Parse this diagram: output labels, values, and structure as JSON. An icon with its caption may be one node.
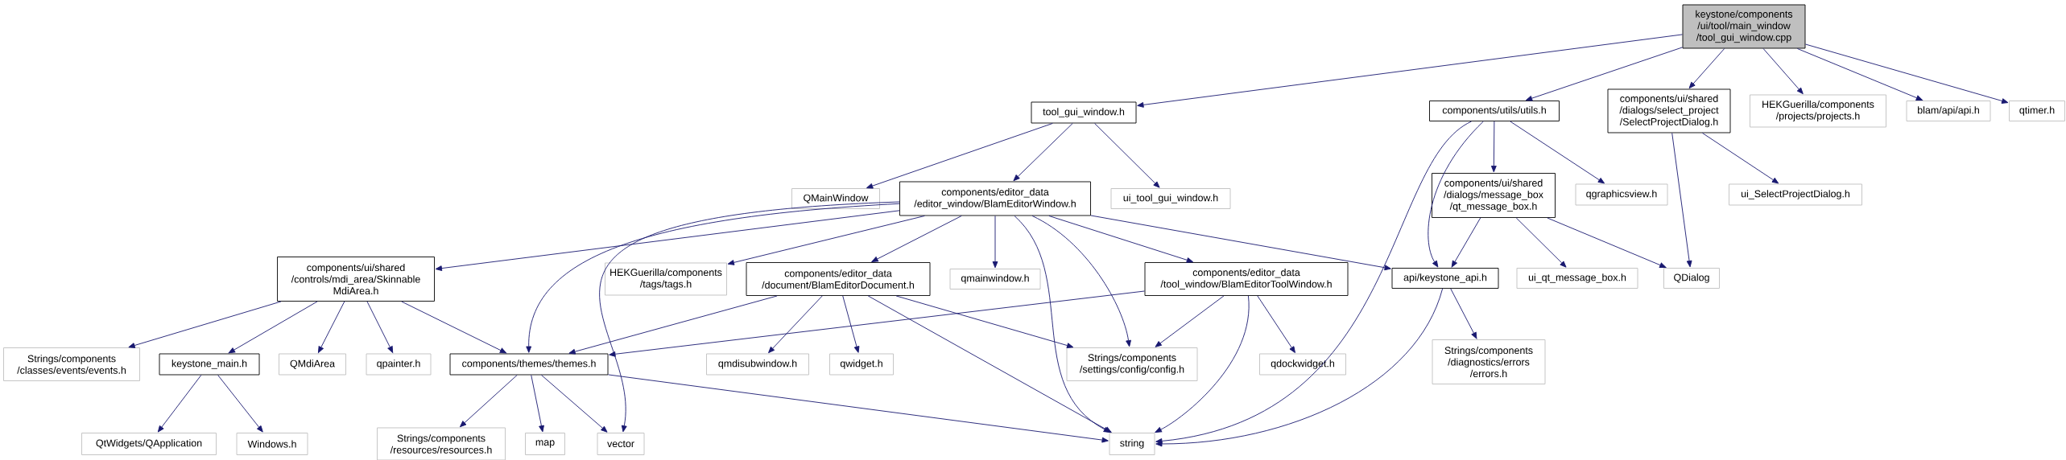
{
  "diagram": {
    "nodes": [
      {
        "text": [
          "keystone/components /ui/tool/main_window /tool_gui_window.cpp"
        ]
      },
      {
        "text": [
          "tool_gui_window.h"
        ]
      },
      {
        "text": [
          "components/utils/utils.h"
        ]
      },
      {
        "text": [
          "components/ui/shared /dialogs/select_project /SelectProjectDialog.h"
        ]
      },
      {
        "text": [
          "HEKGuerilla/components /projects/projects.h"
        ]
      },
      {
        "text": [
          "blam/api/api.h"
        ]
      },
      {
        "text": [
          "qtimer.h"
        ]
      },
      {
        "text": [
          "QMainWindow"
        ]
      },
      {
        "text": [
          "components/editor_data /editor_window/BlamEditorWindow.h"
        ]
      },
      {
        "text": [
          "ui_tool_gui_window.h"
        ]
      },
      {
        "text": [
          "components/ui/shared /dialogs/message_box /qt_message_box.h"
        ]
      },
      {
        "text": [
          "qgraphicsview.h"
        ]
      },
      {
        "text": [
          "ui_SelectProjectDialog.h"
        ]
      },
      {
        "text": [
          "components/ui/shared /controls/mdi_area/Skinnable MdiArea.h"
        ]
      },
      {
        "text": [
          "HEKGuerilla/components /tags/tags.h"
        ]
      },
      {
        "text": [
          "components/editor_data /document/BlamEditorDocument.h"
        ]
      },
      {
        "text": [
          "qmainwindow.h"
        ]
      },
      {
        "text": [
          "components/editor_data /tool_window/BlamEditorToolWindow.h"
        ]
      },
      {
        "text": [
          "api/keystone_api.h"
        ]
      },
      {
        "text": [
          "ui_qt_message_box.h"
        ]
      },
      {
        "text": [
          "QDialog"
        ]
      },
      {
        "text": [
          "Strings/components /classes/events/events.h"
        ]
      },
      {
        "text": [
          "keystone_main.h"
        ]
      },
      {
        "text": [
          "QMdiArea"
        ]
      },
      {
        "text": [
          "qpainter.h"
        ]
      },
      {
        "text": [
          "components/themes/themes.h"
        ]
      },
      {
        "text": [
          "qmdisubwindow.h"
        ]
      },
      {
        "text": [
          "qwidget.h"
        ]
      },
      {
        "text": [
          "Strings/components /settings/config/config.h"
        ]
      },
      {
        "text": [
          "qdockwidget.h"
        ]
      },
      {
        "text": [
          "Strings/components /diagnostics/errors /errors.h"
        ]
      },
      {
        "text": [
          "QtWidgets/QApplication"
        ]
      },
      {
        "text": [
          "Windows.h"
        ]
      },
      {
        "text": [
          "Strings/components /resources/resources.h"
        ]
      },
      {
        "text": [
          "map"
        ]
      },
      {
        "text": [
          "vector"
        ]
      },
      {
        "text": [
          "string"
        ]
      }
    ],
    "edges": [
      {
        "from": 0,
        "to": 1,
        "arrow": "to"
      },
      {
        "from": 0,
        "to": 2,
        "arrow": "to"
      },
      {
        "from": 0,
        "to": 3,
        "arrow": "to"
      },
      {
        "from": 0,
        "to": 4,
        "arrow": "to"
      },
      {
        "from": 0,
        "to": 5,
        "arrow": "to"
      },
      {
        "from": 0,
        "to": 6,
        "arrow": "to"
      },
      {
        "from": 1,
        "to": 7,
        "arrow": "to"
      },
      {
        "from": 1,
        "to": 8,
        "arrow": "to"
      },
      {
        "from": 1,
        "to": 9,
        "arrow": "to"
      },
      {
        "from": 2,
        "to": 36,
        "arrow": "to"
      },
      {
        "from": 2,
        "to": 18,
        "arrow": "to"
      },
      {
        "from": 2,
        "to": 10,
        "arrow": "to"
      },
      {
        "from": 2,
        "to": 11,
        "arrow": "to"
      },
      {
        "from": 3,
        "to": 20,
        "arrow": "to"
      },
      {
        "from": 3,
        "to": 12,
        "arrow": "to"
      },
      {
        "from": 8,
        "to": 13,
        "arrow": "to"
      },
      {
        "from": 8,
        "to": 14,
        "arrow": "to"
      },
      {
        "from": 8,
        "to": 15,
        "arrow": "to"
      },
      {
        "from": 8,
        "to": 16,
        "arrow": "to"
      },
      {
        "from": 8,
        "to": 17,
        "arrow": "to"
      },
      {
        "from": 8,
        "to": 18,
        "arrow": "to"
      },
      {
        "from": 8,
        "to": 25,
        "arrow": "to"
      },
      {
        "from": 8,
        "to": 35,
        "arrow": "to"
      },
      {
        "from": 8,
        "to": 36,
        "arrow": "to"
      },
      {
        "from": 8,
        "to": 28,
        "arrow": "to"
      },
      {
        "from": 10,
        "to": 18,
        "arrow": "to"
      },
      {
        "from": 10,
        "to": 19,
        "arrow": "to"
      },
      {
        "from": 10,
        "to": 20,
        "arrow": "to"
      },
      {
        "from": 13,
        "to": 21,
        "arrow": "to"
      },
      {
        "from": 13,
        "to": 22,
        "arrow": "to"
      },
      {
        "from": 13,
        "to": 23,
        "arrow": "to"
      },
      {
        "from": 13,
        "to": 24,
        "arrow": "to"
      },
      {
        "from": 13,
        "to": 25,
        "arrow": "to"
      },
      {
        "from": 15,
        "to": 25,
        "arrow": "to"
      },
      {
        "from": 15,
        "to": 26,
        "arrow": "to"
      },
      {
        "from": 15,
        "to": 27,
        "arrow": "to"
      },
      {
        "from": 15,
        "to": 36,
        "arrow": "to"
      },
      {
        "from": 15,
        "to": 28,
        "arrow": "to"
      },
      {
        "from": 17,
        "to": 25,
        "arrow": "to"
      },
      {
        "from": 17,
        "to": 28,
        "arrow": "to"
      },
      {
        "from": 17,
        "to": 36,
        "arrow": "to"
      },
      {
        "from": 17,
        "to": 29,
        "arrow": "to"
      },
      {
        "from": 18,
        "to": 30,
        "arrow": "to"
      },
      {
        "from": 18,
        "to": 36,
        "arrow": "to"
      },
      {
        "from": 22,
        "to": 31,
        "arrow": "to"
      },
      {
        "from": 22,
        "to": 32,
        "arrow": "to"
      },
      {
        "from": 25,
        "to": 33,
        "arrow": "to"
      },
      {
        "from": 25,
        "to": 34,
        "arrow": "to"
      },
      {
        "from": 25,
        "to": 35,
        "arrow": "to"
      },
      {
        "from": 25,
        "to": 36,
        "arrow": "to"
      }
    ]
  }
}
